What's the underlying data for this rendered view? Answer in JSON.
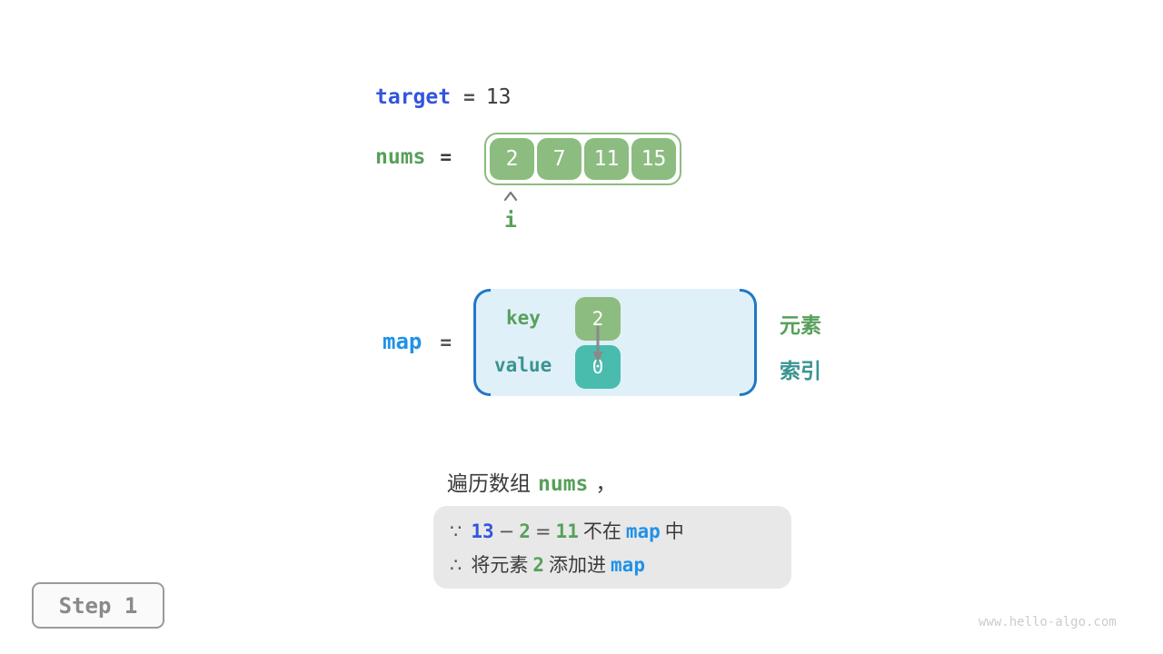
{
  "target_row": {
    "label": "target",
    "equals": "=",
    "value": "13"
  },
  "nums_row": {
    "label": "nums",
    "equals": "=",
    "cells": [
      "2",
      "7",
      "11",
      "15"
    ]
  },
  "pointer": {
    "label": "i"
  },
  "map_section": {
    "label": "map",
    "equals": "=",
    "key_label": "key",
    "key_value": "2",
    "value_label": "value",
    "value_value": "0",
    "element_label": "元素",
    "index_label": "索引"
  },
  "caption": {
    "prefix": "遍历数组",
    "code": "nums",
    "suffix": "，"
  },
  "note": {
    "because_symbol": "∵",
    "l1_minuend": "13",
    "l1_minus": "−",
    "l1_subtrahend": "2",
    "l1_equals": "=",
    "l1_difference": "11",
    "l1_not_in": "不在",
    "l1_map": "map",
    "l1_in_suffix": "中",
    "therefore_symbol": "∴",
    "l2_prefix": "将元素",
    "l2_element": "2",
    "l2_mid": "添加进",
    "l2_map": "map"
  },
  "step_badge": {
    "label": "Step 1"
  },
  "watermark": "www.hello-algo.com",
  "colors": {
    "royal_blue": "#3355DD",
    "azure_blue": "#2191E8",
    "green_text": "#57A05B",
    "teal_text": "#3A9490",
    "green_box": "#8CBC80",
    "teal_box": "#49BCAE",
    "map_fill": "#E0F0F9",
    "map_bracket": "#2277C5",
    "note_fill": "#E8E8E8",
    "dark_text": "#3B3B3B"
  }
}
